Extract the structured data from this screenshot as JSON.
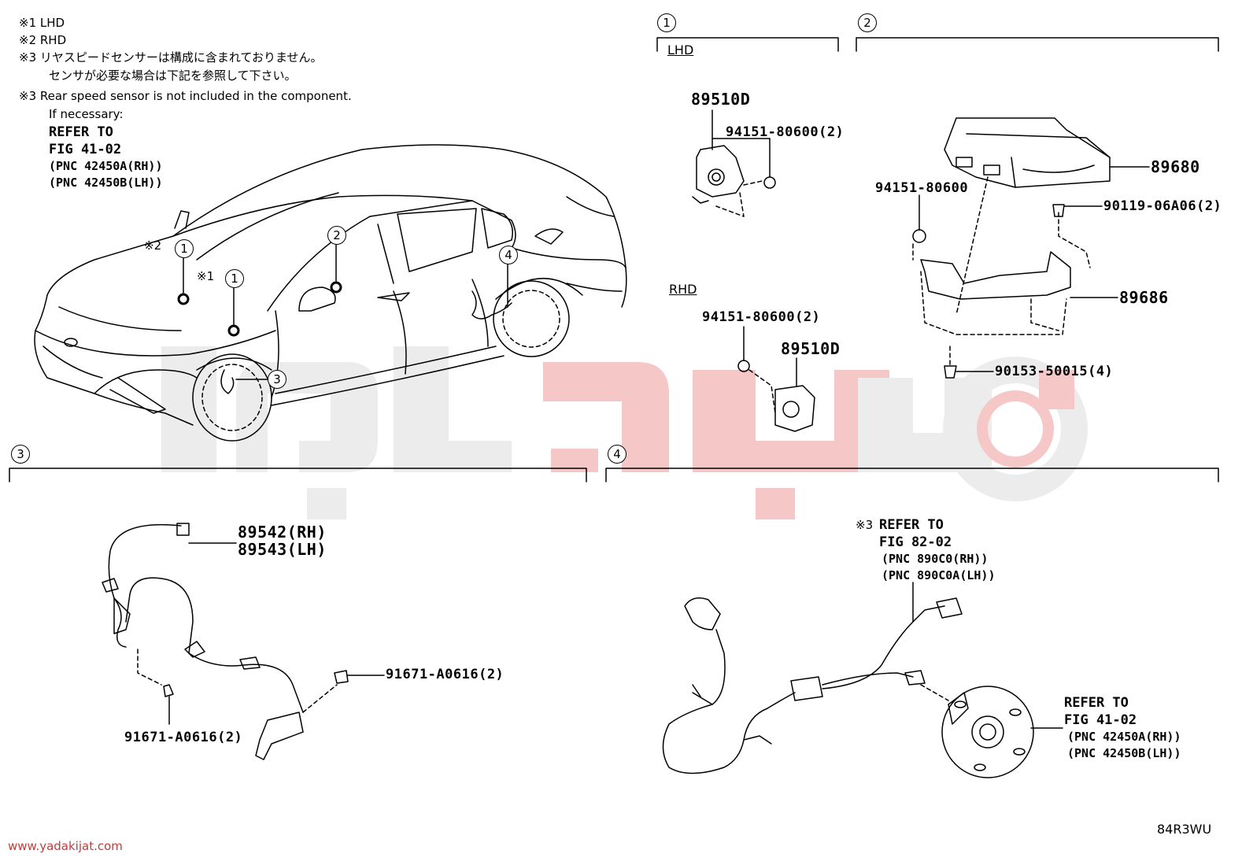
{
  "notes": {
    "n1": "※1 LHD",
    "n2": "※2 RHD",
    "n3_ja_line1": "※3 リヤスピードセンサーは構成に含まれておりません。",
    "n3_ja_line2": "センサが必要な場合は下記を参照して下さい。",
    "n3_en_line1": "※3 Rear speed sensor is not included in the component.",
    "n3_en_line2": "If necessary:",
    "refer_to": "REFER TO",
    "fig": "FIG 41-02",
    "pnc_rh": "(PNC 42450A(RH))",
    "pnc_lh": "(PNC 42450B(LH))"
  },
  "car_callouts": {
    "rhd_mark": "※2",
    "lhd_mark": "※1",
    "c1a": "1",
    "c1b": "1",
    "c2": "2",
    "c3": "3",
    "c4": "4"
  },
  "section1": {
    "number": "1",
    "label_lhd": "LHD",
    "label_rhd": "RHD",
    "part_lhd": "89510D",
    "nut_lhd": "94151-80600(2)",
    "part_rhd": "89510D",
    "nut_rhd": "94151-80600(2)"
  },
  "section2": {
    "number": "2",
    "part_computer": "89680",
    "nut": "94151-80600",
    "bolt1": "90119-06A06(2)",
    "bracket": "89686",
    "bolt2": "90153-50015(4)"
  },
  "section3": {
    "number": "3",
    "part_rh": "89542(RH)",
    "part_lh": "89543(LH)",
    "bolt_right": "91671-A0616(2)",
    "bolt_left": "91671-A0616(2)"
  },
  "section4": {
    "number": "4",
    "mark": "※3",
    "refer_to": "REFER TO",
    "fig": "FIG 82-02",
    "pnc_rh": "(PNC 890C0(RH))",
    "pnc_lh": "(PNC 890C0A(LH))",
    "refer_to2": "REFER TO",
    "fig2": "FIG 41-02",
    "pnc2_rh": "(PNC 42450A(RH))",
    "pnc2_lh": "(PNC 42450B(LH))"
  },
  "footer": {
    "website": "www.yadakijat.com",
    "diagram_code": "84R3WU"
  }
}
